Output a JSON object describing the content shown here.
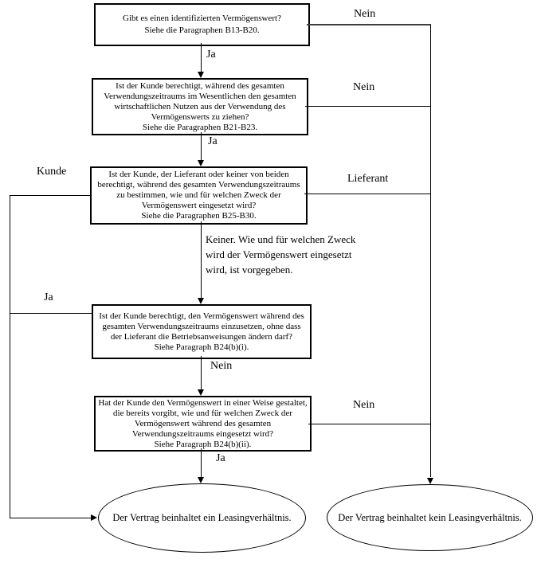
{
  "diagram": {
    "boxes": [
      {
        "name": "identified-asset",
        "lines": [
          "Gibt es einen identifizierten Vermögenswert?",
          "Siehe die Paragraphen B13-B20."
        ]
      },
      {
        "name": "economic-benefits",
        "lines": [
          "Ist der Kunde berechtigt, während des gesamten",
          "Verwendungszeitraums im Wesentlichen den gesamten",
          "wirtschaftlichen Nutzen aus der Verwendung des",
          "Vermögenswerts zu ziehen?",
          "Siehe die Paragraphen B21-B23."
        ]
      },
      {
        "name": "direction-rights",
        "lines": [
          "Ist der Kunde, der Lieferant oder keiner von beiden",
          "berechtigt, während des gesamten Verwendungszeitraums",
          "zu bestimmen, wie und für welchen Zweck der",
          "Vermögenswert eingesetzt wird?",
          "Siehe die Paragraphen B25-B30."
        ]
      },
      {
        "name": "operate-asset",
        "lines": [
          "Ist der Kunde berechtigt, den Vermögenswert während des",
          "gesamten Verwendungszeitraums einzusetzen, ohne dass",
          "der Lieferant die Betriebsanweisungen ändern darf?",
          "Siehe Paragraph B24(b)(i)."
        ]
      },
      {
        "name": "predetermined-design",
        "lines": [
          "Hat der Kunde den Vermögenswert in einer Weise gestaltet,",
          "die bereits vorgibt, wie und für welchen Zweck der",
          "Vermögenswert während des gesamten",
          "Verwendungszeitraums eingesetzt wird?",
          "Siehe Paragraph B24(b)(ii)."
        ]
      }
    ],
    "edge_labels": {
      "box1_no": "Nein",
      "box1_yes": "Ja",
      "box2_no": "Nein",
      "box2_yes": "Ja",
      "box3_customer": "Kunde",
      "box3_supplier": "Lieferant",
      "box3_neither_lines": [
        "Keiner. Wie und für welchen Zweck",
        "wird der Vermögenswert eingesetzt",
        "wird, ist vorgegeben."
      ],
      "box4_yes": "Ja",
      "box4_no": "Nein",
      "box5_no": "Nein",
      "box5_yes": "Ja"
    },
    "outcomes": {
      "lease": "Der Vertrag beinhaltet ein Leasingverhältnis.",
      "no_lease": "Der Vertrag beinhaltet kein Leasingverhältnis."
    },
    "colors": {
      "line": "#000000",
      "background": "#ffffff",
      "text": "#000000"
    }
  }
}
